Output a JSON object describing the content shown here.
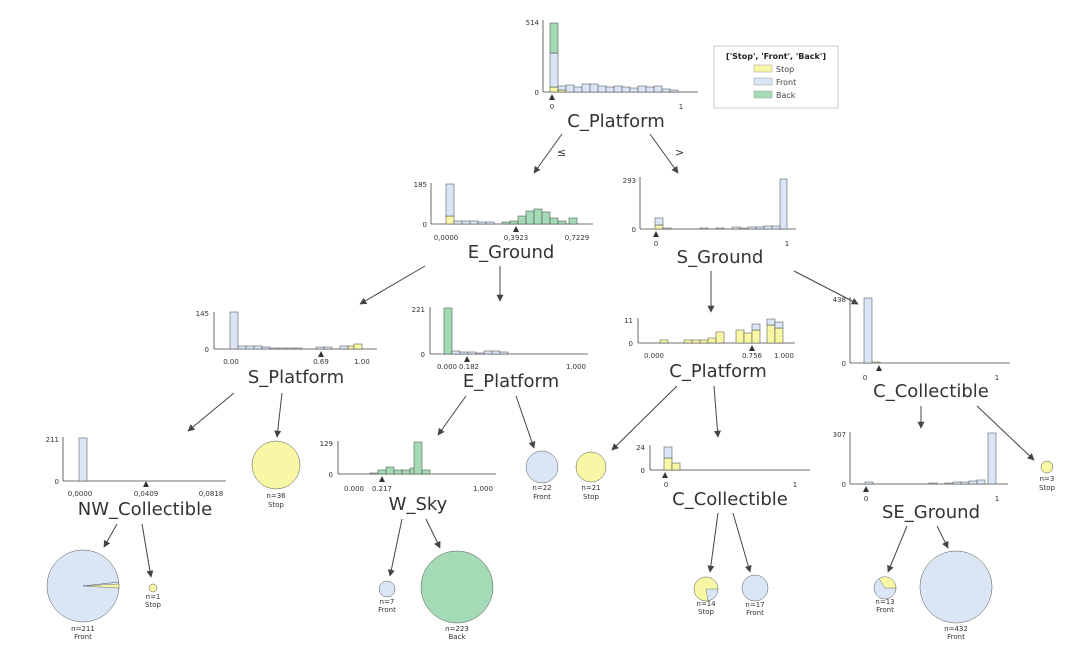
{
  "legend": {
    "title": "['Stop', 'Front', 'Back']",
    "items": [
      {
        "label": "Stop",
        "color": "#f7f7a6"
      },
      {
        "label": "Front",
        "color": "#dae6f6"
      },
      {
        "label": "Back",
        "color": "#a4dab5"
      }
    ]
  },
  "edge_labels": {
    "left": "≤",
    "right": ">"
  },
  "nodes": [
    {
      "id": "root",
      "feature": "C_Platform",
      "y_max": "514",
      "y_zero": "0",
      "ticks": [
        "0",
        "1"
      ],
      "split": "0"
    },
    {
      "id": "n1",
      "feature": "E_Ground",
      "y_max": "185",
      "y_zero": "0",
      "ticks": [
        "0,0000",
        "0,3923",
        "0,7229"
      ],
      "split": "0,3923"
    },
    {
      "id": "n2",
      "feature": "S_Ground",
      "y_max": "293",
      "y_zero": "0",
      "ticks": [
        "0",
        "1"
      ],
      "split": "0"
    },
    {
      "id": "n3",
      "feature": "S_Platform",
      "y_max": "145",
      "y_zero": "0",
      "ticks": [
        "0.00",
        "0.69",
        "1.00"
      ],
      "split": "0.69"
    },
    {
      "id": "n4",
      "feature": "E_Platform",
      "y_max": "221",
      "y_zero": "0",
      "ticks": [
        "0.000",
        "0.182",
        "1.000"
      ],
      "split": "0.182"
    },
    {
      "id": "n5",
      "feature": "C_Platform",
      "y_max": "11",
      "y_zero": "0",
      "ticks": [
        "0.000",
        "0.756",
        "1.000"
      ],
      "split": "0.756"
    },
    {
      "id": "n6",
      "feature": "C_Collectible",
      "y_max": "438",
      "y_zero": "0",
      "ticks": [
        "0",
        "1"
      ],
      "split": "0"
    },
    {
      "id": "n7",
      "feature": "NW_Collectible",
      "y_max": "211",
      "y_zero": "0",
      "ticks": [
        "0,0000",
        "0,0409",
        "0,0818"
      ],
      "split": "0,0409"
    },
    {
      "id": "n8",
      "feature": "W_Sky",
      "y_max": "129",
      "y_zero": "0",
      "ticks": [
        "0.000",
        "0.217",
        "1.000"
      ],
      "split": "0.217"
    },
    {
      "id": "n9",
      "feature": "C_Collectible",
      "y_max": "24",
      "y_zero": "0",
      "ticks": [
        "0",
        "1"
      ],
      "split": "0"
    },
    {
      "id": "n10",
      "feature": "SE_Ground",
      "y_max": "307",
      "y_zero": "0",
      "ticks": [
        "0",
        "1"
      ],
      "split": "0"
    }
  ],
  "leaves": [
    {
      "id": "L1",
      "n": "n=36",
      "cls": "Stop",
      "color": "#f7f7a6"
    },
    {
      "id": "L2",
      "n": "n=22",
      "cls": "Front",
      "color": "#dae6f6"
    },
    {
      "id": "L3",
      "n": "n=21",
      "cls": "Stop",
      "color": "#f7f7a6"
    },
    {
      "id": "L4",
      "n": "n=3",
      "cls": "Stop",
      "color": "#f7f7a6"
    },
    {
      "id": "L5",
      "n": "n=211",
      "cls": "Front",
      "color": "#dae6f6"
    },
    {
      "id": "L6",
      "n": "n=1",
      "cls": "Stop",
      "color": "#f7f7a6"
    },
    {
      "id": "L7",
      "n": "n=7",
      "cls": "Front",
      "color": "#dae6f6"
    },
    {
      "id": "L8",
      "n": "n=223",
      "cls": "Back",
      "color": "#a4dab5"
    },
    {
      "id": "L9",
      "n": "n=14",
      "cls": "Stop",
      "color": "#f7f7a6"
    },
    {
      "id": "L10",
      "n": "n=17",
      "cls": "Front",
      "color": "#dae6f6"
    },
    {
      "id": "L11",
      "n": "n=13",
      "cls": "Front",
      "color": "#dae6f6"
    },
    {
      "id": "L12",
      "n": "n=432",
      "cls": "Front",
      "color": "#dae6f6"
    }
  ]
}
